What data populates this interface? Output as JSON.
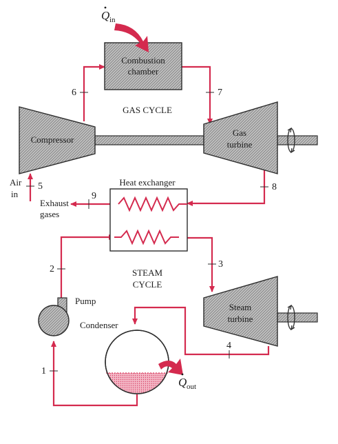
{
  "heat_in": {
    "symbol": "Q",
    "subscript": "in"
  },
  "heat_out": {
    "symbol": "Q",
    "subscript": "out"
  },
  "components": {
    "combustion_chamber": {
      "line1": "Combustion",
      "line2": "chamber"
    },
    "compressor": "Compressor",
    "gas_turbine": {
      "line1": "Gas",
      "line2": "turbine"
    },
    "heat_exchanger": "Heat exchanger",
    "steam_turbine": {
      "line1": "Steam",
      "line2": "turbine"
    },
    "pump": "Pump",
    "condenser": "Condenser"
  },
  "cycles": {
    "gas": "GAS CYCLE",
    "steam_line1": "STEAM",
    "steam_line2": "CYCLE"
  },
  "air_in": {
    "line1": "Air",
    "line2": "in"
  },
  "exhaust": {
    "line1": "Exhaust",
    "line2": "gases"
  },
  "states": [
    "1",
    "2",
    "3",
    "4",
    "5",
    "6",
    "7",
    "8",
    "9"
  ],
  "colors": {
    "flow": "#d42a4e",
    "equipment_fill": "#b9b9b9",
    "outline": "#2b2b2b",
    "water": "#e98aa3"
  }
}
